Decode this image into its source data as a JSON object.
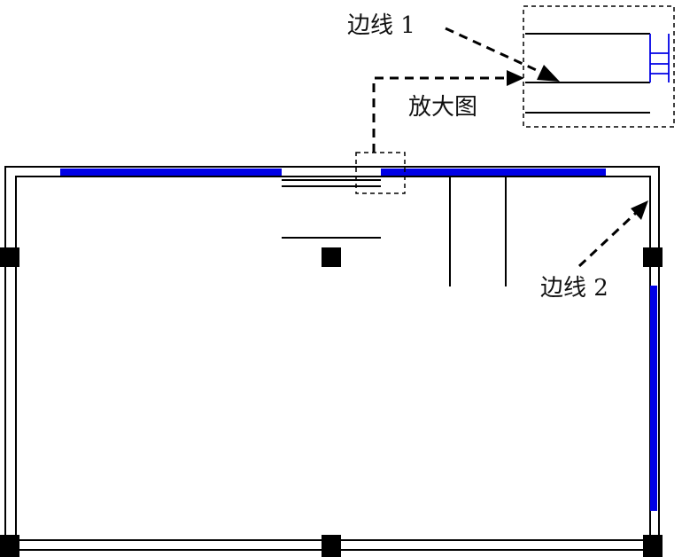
{
  "labels": {
    "edge1": "边线 1",
    "edge2": "边线 2",
    "zoom": "放大图"
  },
  "colors": {
    "highlight": "#0000e6",
    "line": "#000000"
  }
}
